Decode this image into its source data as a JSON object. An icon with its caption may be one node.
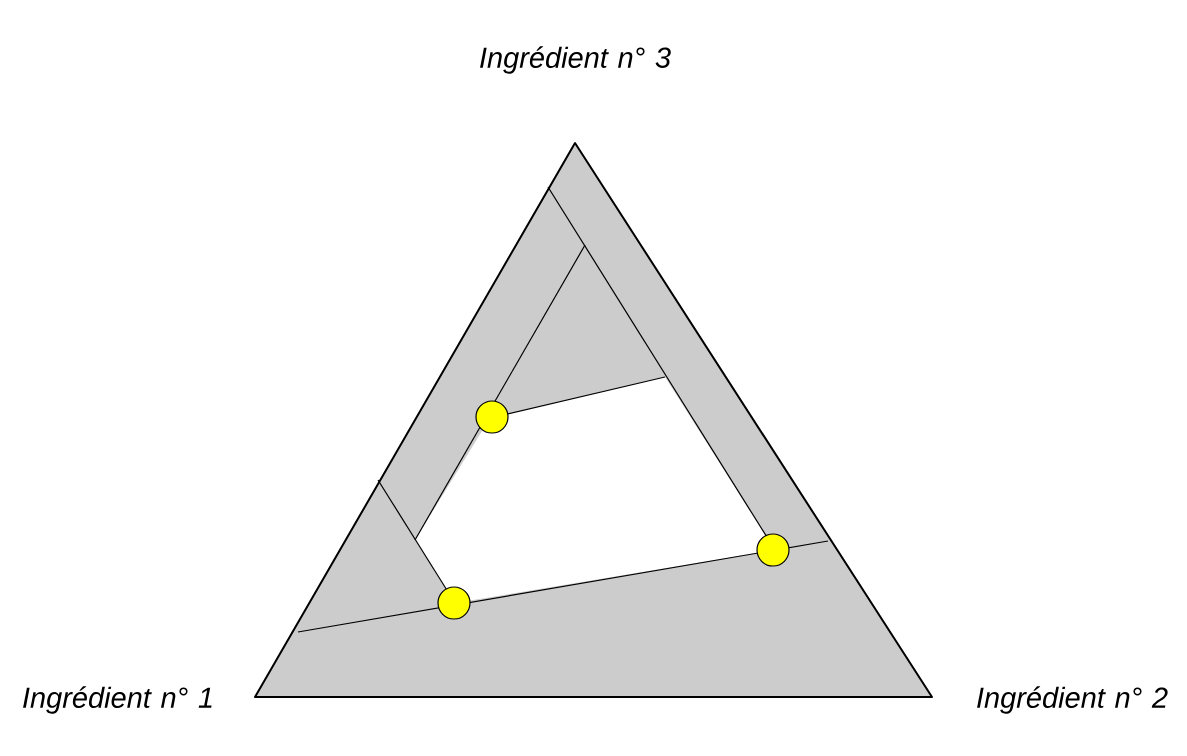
{
  "diagram": {
    "labels": [
      "Ingrédient n° 3",
      "Ingrédient n° 1",
      "Ingrédient n° 2"
    ]
  }
}
